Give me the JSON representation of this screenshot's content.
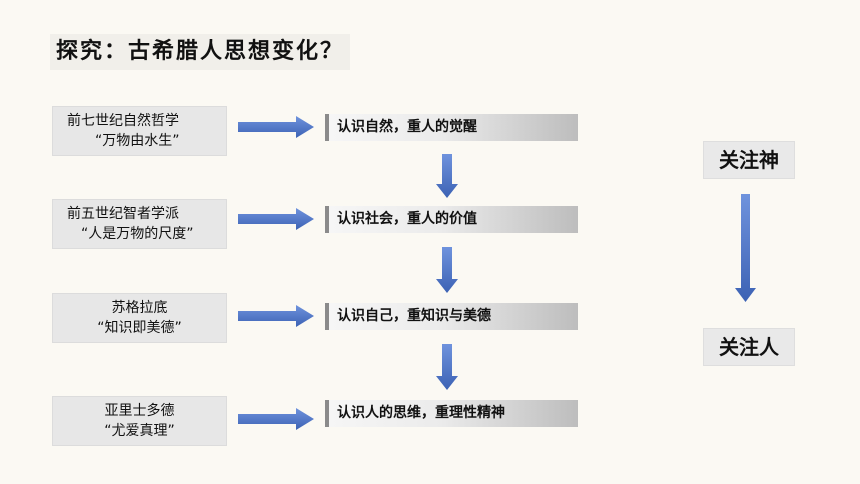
{
  "title": "探究：古希腊人思想变化？",
  "stages": [
    {
      "source_line1": "前七世纪自然哲学",
      "source_line2": "“万物由水生”",
      "idea": "认识自然，重人的觉醒"
    },
    {
      "source_line1": "前五世纪智者学派",
      "source_line2": "“人是万物的尺度”",
      "idea": "认识社会，重人的价值"
    },
    {
      "source_line1": "苏格拉底",
      "source_line2": "“知识即美德”",
      "idea": "认识自己，重知识与美德"
    },
    {
      "source_line1": "亚里士多德",
      "source_line2": "“尤爱真理”",
      "idea": "认识人的思维，重理性精神"
    }
  ],
  "summary": {
    "from": "关注神",
    "to": "关注人"
  },
  "colors": {
    "arrow": "#4a72c4",
    "box": "#e7e7e7",
    "accent_border": "#8b8b8b"
  }
}
